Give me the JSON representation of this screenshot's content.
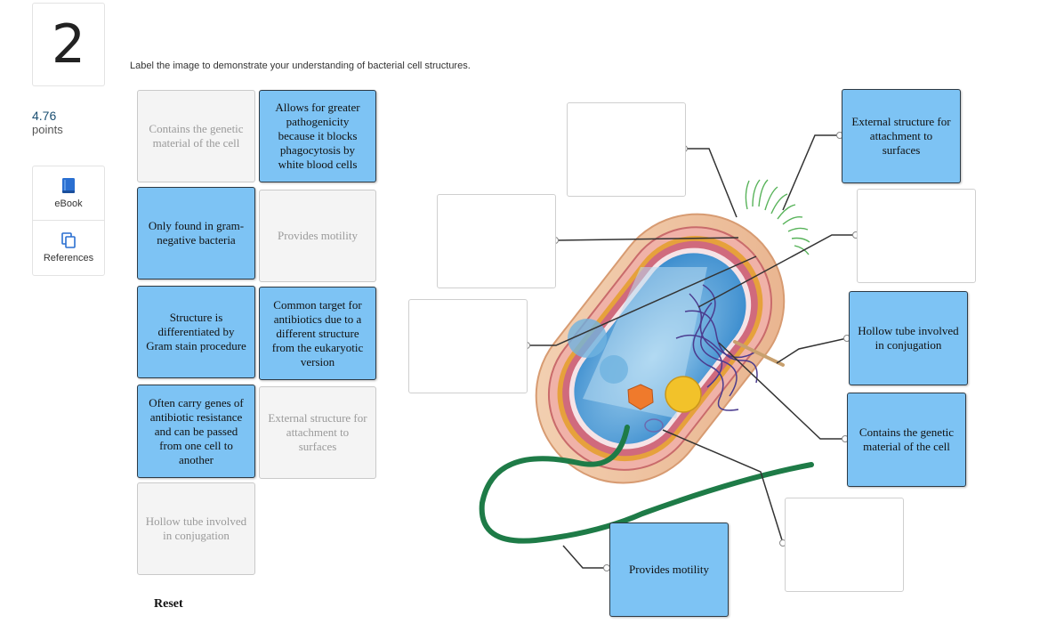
{
  "question": {
    "number": "2",
    "points_value": "4.76",
    "points_label": "points"
  },
  "tools": {
    "ebook_label": "eBook",
    "references_label": "References"
  },
  "instruction": "Label the image to demonstrate your understanding of bacterial cell structures.",
  "bank": {
    "c1": "Contains the genetic material of the cell",
    "c2": "Allows for greater pathogenicity because it blocks phagocytosis by white blood cells",
    "c3": "Only found in gram-negative bacteria",
    "c4": "Provides motility",
    "c5": "Structure is differentiated by Gram stain procedure",
    "c6": "Common target for antibiotics due to a different structure from the eukaryotic version",
    "c7": "Often carry genes of antibiotic resistance and can be passed from one cell to another",
    "c8": "External structure for attachment to surfaces",
    "c9": "Hollow tube involved in conjugation"
  },
  "placed": {
    "p1": "External structure for attachment to surfaces",
    "p2": "Hollow tube involved in conjugation",
    "p3": "Contains the genetic material of the cell",
    "p4": "Provides motility"
  },
  "reset_label": "Reset",
  "colors": {
    "filled_card": "#7dc3f4",
    "empty_card": "#f4f4f4",
    "accent": "#1b4f72"
  }
}
